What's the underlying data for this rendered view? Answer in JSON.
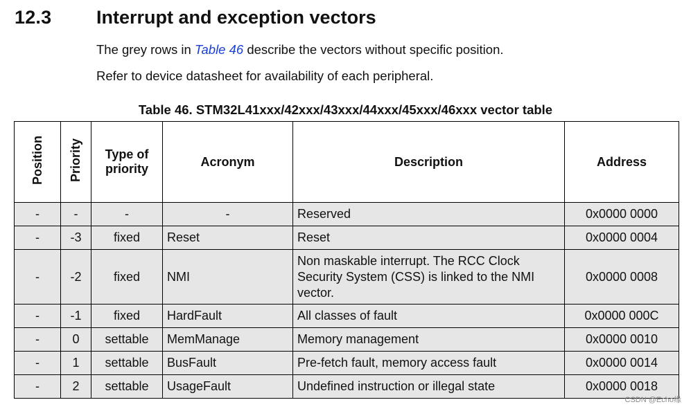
{
  "section": {
    "number": "12.3",
    "title": "Interrupt and exception vectors"
  },
  "paragraphs": {
    "p1_before": "The grey rows in ",
    "p1_link": "Table 46",
    "p1_after": " describe the vectors without specific position.",
    "p2": "Refer to device datasheet for availability of each peripheral."
  },
  "table": {
    "caption": "Table 46. STM32L41xxx/42xxx/43xxx/44xxx/45xxx/46xxx vector table",
    "headers": {
      "position": "Position",
      "priority": "Priority",
      "type_line1": "Type of",
      "type_line2": "priority",
      "acronym": "Acronym",
      "description": "Description",
      "address": "Address"
    },
    "rows": [
      {
        "position": "-",
        "priority": "-",
        "type": "-",
        "acronym": "-",
        "description": "Reserved",
        "address": "0x0000 0000"
      },
      {
        "position": "-",
        "priority": "-3",
        "type": "fixed",
        "acronym": "Reset",
        "description": "Reset",
        "address": "0x0000 0004"
      },
      {
        "position": "-",
        "priority": "-2",
        "type": "fixed",
        "acronym": "NMI",
        "description_l1": "Non maskable interrupt. The RCC Clock",
        "description_l2": "Security System (CSS) is linked to the NMI",
        "description_l3": "vector.",
        "address": "0x0000 0008"
      },
      {
        "position": "-",
        "priority": "-1",
        "type": "fixed",
        "acronym": "HardFault",
        "description": "All classes of fault",
        "address": "0x0000 000C"
      },
      {
        "position": "-",
        "priority": "0",
        "type": "settable",
        "acronym": "MemManage",
        "description": "Memory management",
        "address": "0x0000 0010"
      },
      {
        "position": "-",
        "priority": "1",
        "type": "settable",
        "acronym": "BusFault",
        "description": "Pre-fetch fault, memory access fault",
        "address": "0x0000 0014"
      },
      {
        "position": "-",
        "priority": "2",
        "type": "settable",
        "acronym": "UsageFault",
        "description": "Undefined instruction or illegal state",
        "address": "0x0000 0018"
      }
    ]
  },
  "watermark": "CSDN @Echo缘"
}
